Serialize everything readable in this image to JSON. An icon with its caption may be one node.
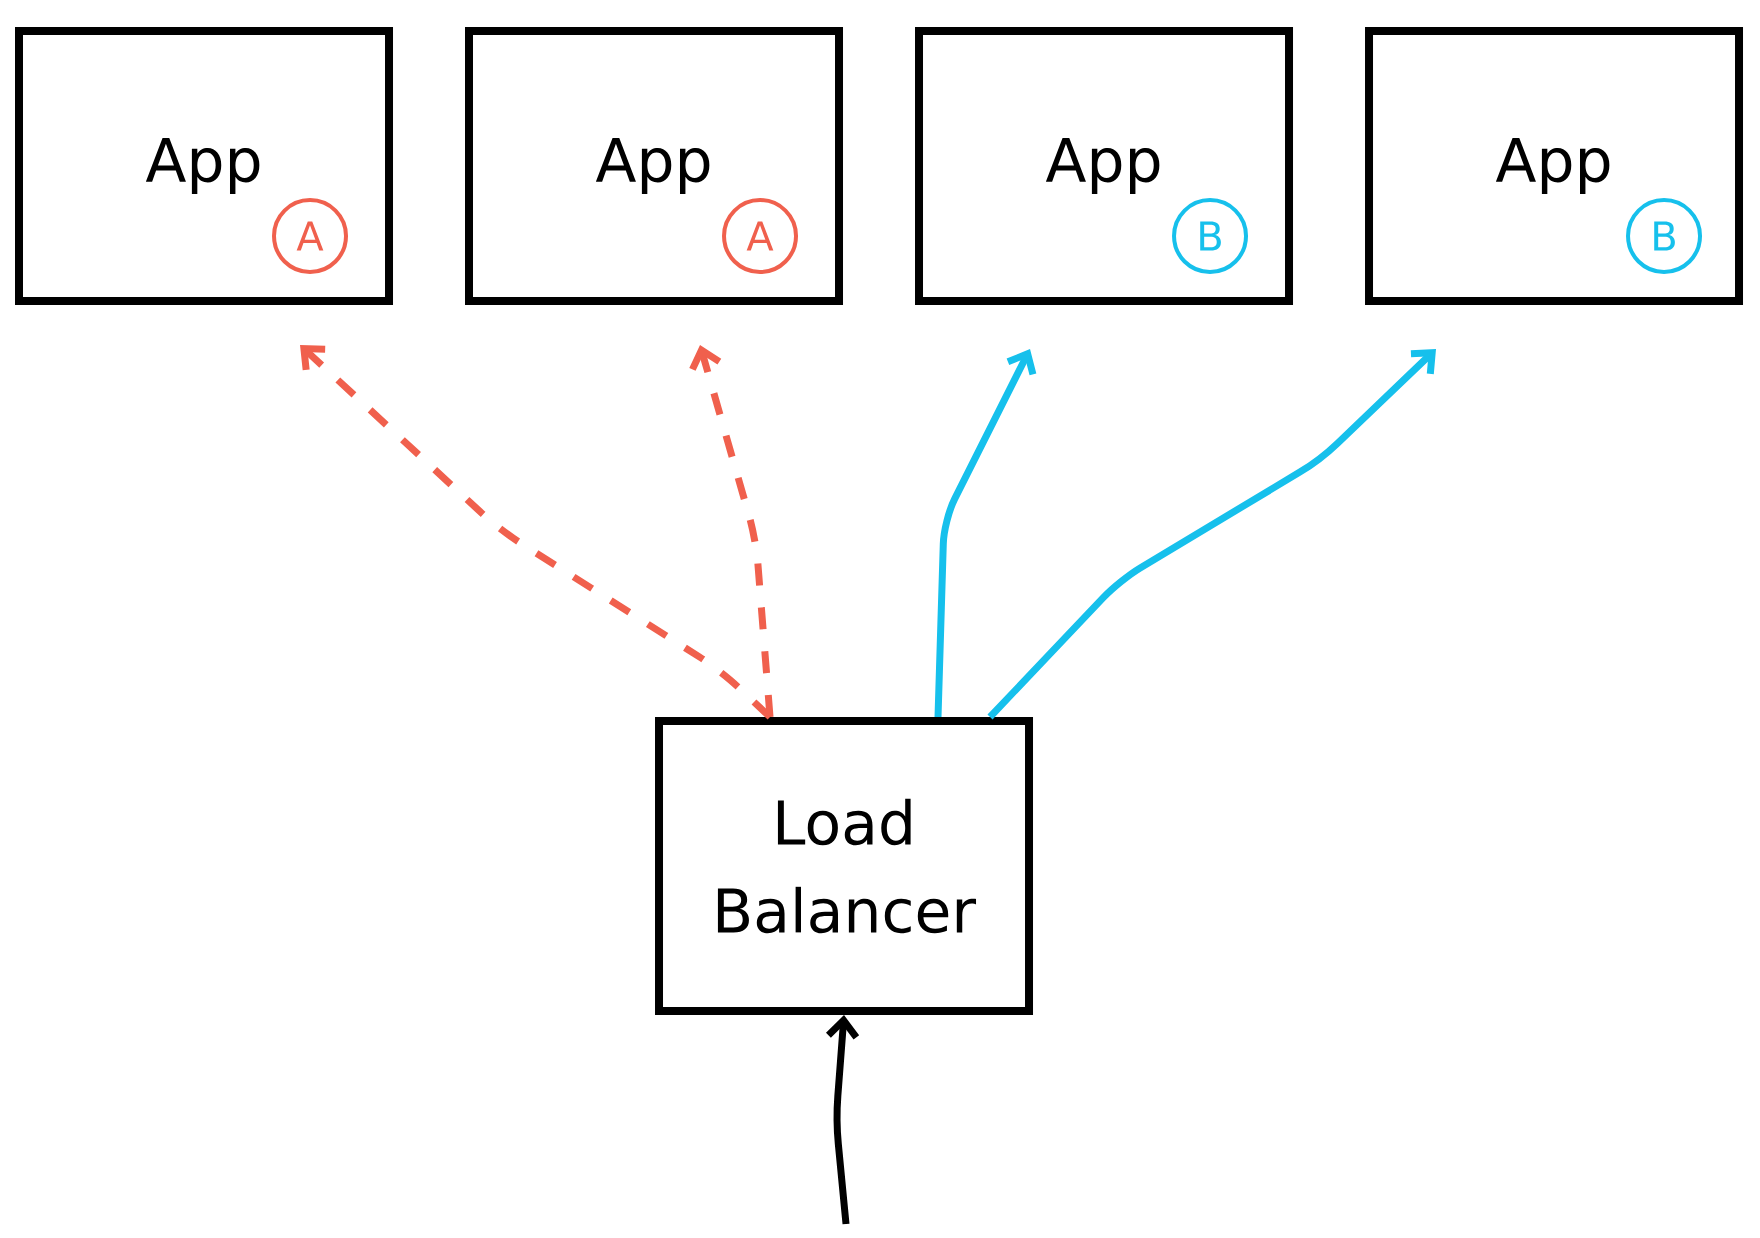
{
  "diagram": {
    "nodes": [
      {
        "text": [
          "App"
        ]
      },
      {
        "text": [
          "A"
        ],
        "in": 0
      },
      {
        "text": [
          "App"
        ]
      },
      {
        "text": [
          "A"
        ],
        "in": 2
      },
      {
        "text": [
          "App"
        ]
      },
      {
        "text": [
          "B"
        ],
        "in": 4
      },
      {
        "text": [
          "App"
        ]
      },
      {
        "text": [
          "B"
        ],
        "in": 6
      },
      {
        "text": [
          "Load Balancer"
        ]
      }
    ],
    "edges": [
      {
        "from": 8,
        "to": 0,
        "arrow": "to",
        "style": "dashed",
        "color": "#f0604d"
      },
      {
        "from": 8,
        "to": 2,
        "arrow": "to",
        "style": "dashed",
        "color": "#f0604d"
      },
      {
        "from": 8,
        "to": 4,
        "arrow": "to",
        "color": "#16c0ec"
      },
      {
        "from": 8,
        "to": 6,
        "arrow": "to",
        "color": "#16c0ec"
      },
      {
        "from": null,
        "to": 8,
        "arrow": "to",
        "color": "#000000"
      }
    ]
  }
}
